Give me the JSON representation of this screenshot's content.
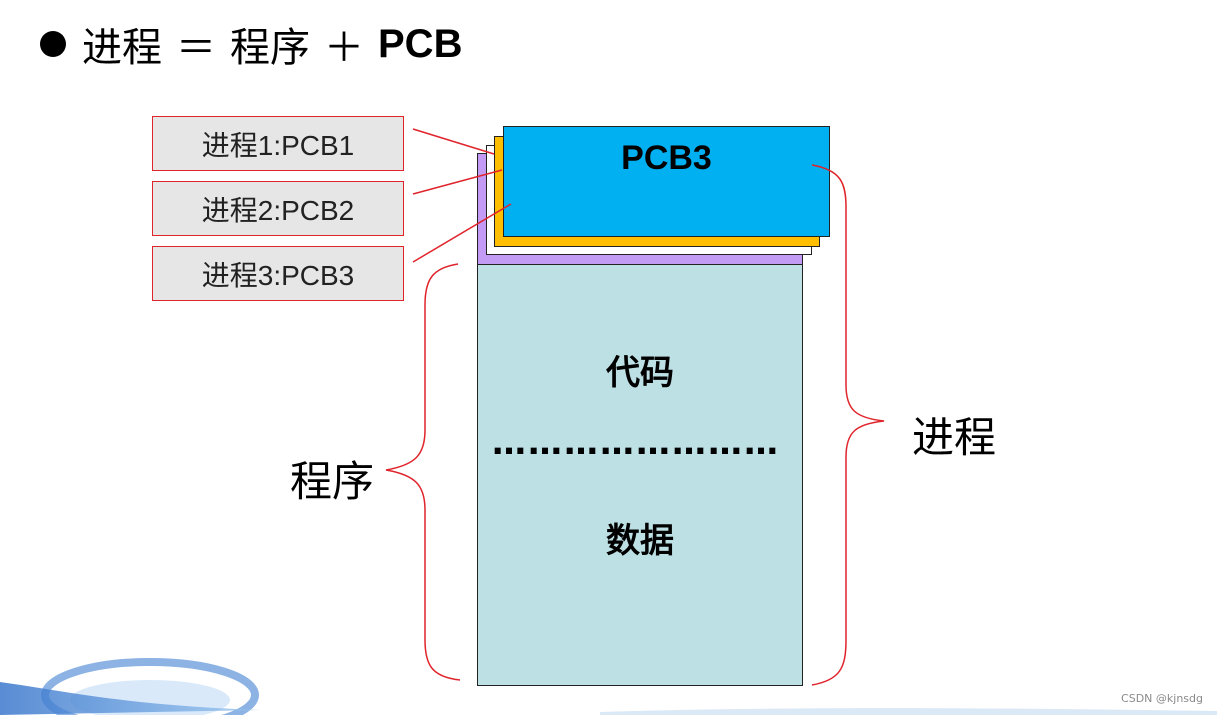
{
  "title": {
    "left": "进程",
    "eq": "＝",
    "middle": "程序",
    "plus": "＋",
    "right": "PCB"
  },
  "labels": [
    "进程1:PCB1",
    "进程2:PCB2",
    "进程3:PCB3"
  ],
  "pcb_label": "PCB3",
  "program": {
    "code": "代码",
    "dots": "……………………",
    "data": "数据"
  },
  "brace_left_label": "程序",
  "brace_right_label": "进程",
  "watermark": "CSDN @kjnsdg",
  "colors": {
    "pcb_blue": "#00b0f0",
    "pcb_yellow": "#ffbf00",
    "pcb_purple": "#c39bf5",
    "program_fill": "#bde0e4",
    "accent_red": "#e0242b"
  }
}
